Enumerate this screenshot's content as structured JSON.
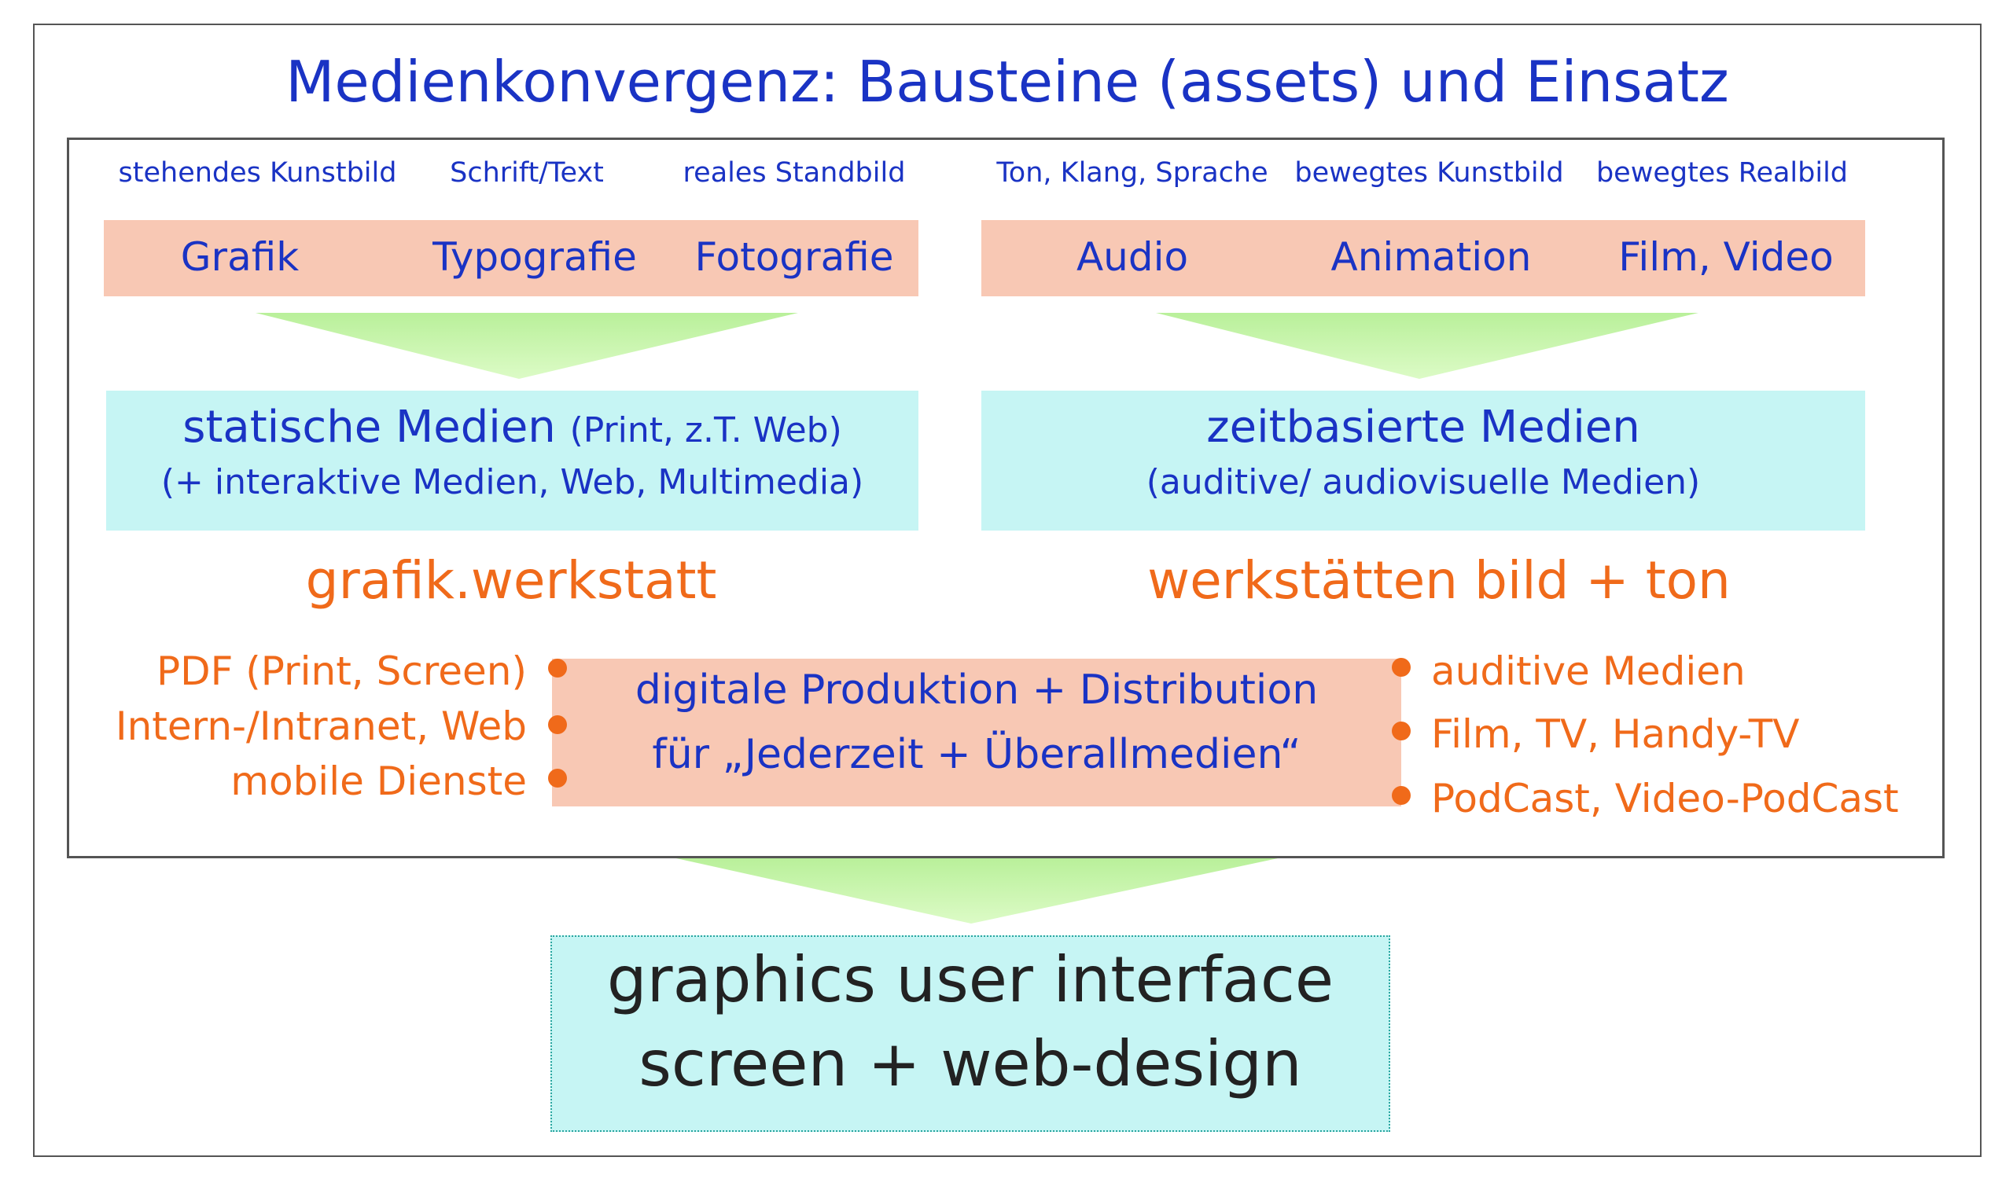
{
  "title": "Medienkonvergenz: Bausteine (assets) und Einsatz",
  "categories": [
    "stehendes Kunstbild",
    "Schrift/Text",
    "reales Standbild",
    "Ton, Klang, Sprache",
    "bewegtes Kunstbild",
    "bewegtes Realbild"
  ],
  "assets": [
    "Grafik",
    "Typografie",
    "Fotografie",
    "Audio",
    "Animation",
    "Film, Video"
  ],
  "static_media": {
    "title": "statische Medien",
    "title_note": "(Print, z.T. Web)",
    "subtitle": "(+ interaktive Medien, Web, Multimedia)"
  },
  "timebased_media": {
    "title": "zeitbasierte Medien",
    "subtitle": "(auditive/ audiovisuelle Medien)"
  },
  "workshops": {
    "left": "grafik.werkstatt",
    "right": "werkstätten bild + ton"
  },
  "outputs_left": [
    "PDF (Print, Screen)",
    "Intern-/Intranet, Web",
    "mobile Dienste"
  ],
  "outputs_right": [
    "auditive Medien",
    "Film, TV, Handy-TV",
    "PodCast, Video-PodCast"
  ],
  "production": {
    "line1": "digitale Produktion + Distribution",
    "line2": "für „Jederzeit + Überallmedien“"
  },
  "result": {
    "line1": "graphics user interface",
    "line2": "screen + web-design"
  },
  "colors": {
    "blue_text": "#1a33c4",
    "orange_text": "#f06a1a",
    "salmon_band": "#f8c8b4",
    "cyan_box": "#c6f5f4",
    "arrow_green": "#c8f5a8"
  }
}
